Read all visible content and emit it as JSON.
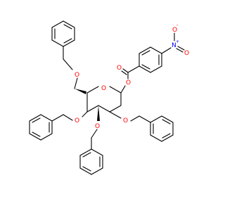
{
  "colors": {
    "bond": "#000000",
    "oxygen": "#ff0000",
    "nitrogen": "#0000ff",
    "background": "#ffffff"
  },
  "atoms": {
    "o_ring": "O",
    "o_benzyloxy_top": "O",
    "o_benzyloxy_left": "O",
    "o_benzyloxy_right": "O",
    "o_benzyloxy_bottom": "O",
    "o_ester": "O",
    "o_carbonyl": "O",
    "n_nitro": "N",
    "n_nitro_charge": "+",
    "o_nitro_top": "O",
    "o_nitro_top_charge": "-",
    "o_nitro_right": "O"
  }
}
